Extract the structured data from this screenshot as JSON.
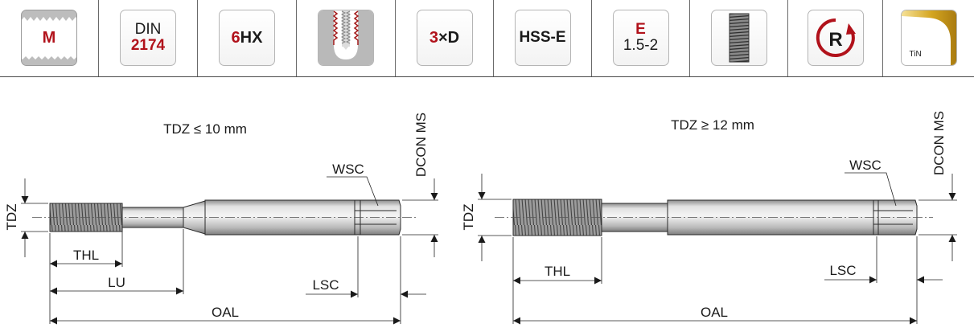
{
  "icons": {
    "material": {
      "code": "M"
    },
    "standard": {
      "line1": "DIN",
      "line2": "2174"
    },
    "tolerance": {
      "prefix": "6",
      "suffix": "HX"
    },
    "thread_form_icon": "blind-hole-thread-icon",
    "depth": {
      "prefix": "3",
      "suffix": "×D"
    },
    "tool_material": {
      "label": "HSS-E"
    },
    "emulsion": {
      "code": "E",
      "range": "1.5-2"
    },
    "thread_icon": "spiral-flute-icon",
    "rotation": {
      "letter": "R"
    },
    "coating": {
      "label": "TiN"
    }
  },
  "colors": {
    "accent_red": "#b1121b",
    "coating_gold": "#d4a520",
    "tool_grey": "#c8c8c8"
  },
  "drawing_left": {
    "title": "TDZ ≤ 10 mm",
    "labels": {
      "tdz": "TDZ",
      "dcon": "DCON MS",
      "wsc": "WSC",
      "thl": "THL",
      "lu": "LU",
      "lsc": "LSC",
      "oal": "OAL"
    }
  },
  "drawing_right": {
    "title": "TDZ ≥ 12 mm",
    "labels": {
      "tdz": "TDZ",
      "dcon": "DCON MS",
      "wsc": "WSC",
      "thl": "THL",
      "lsc": "LSC",
      "oal": "OAL"
    }
  }
}
